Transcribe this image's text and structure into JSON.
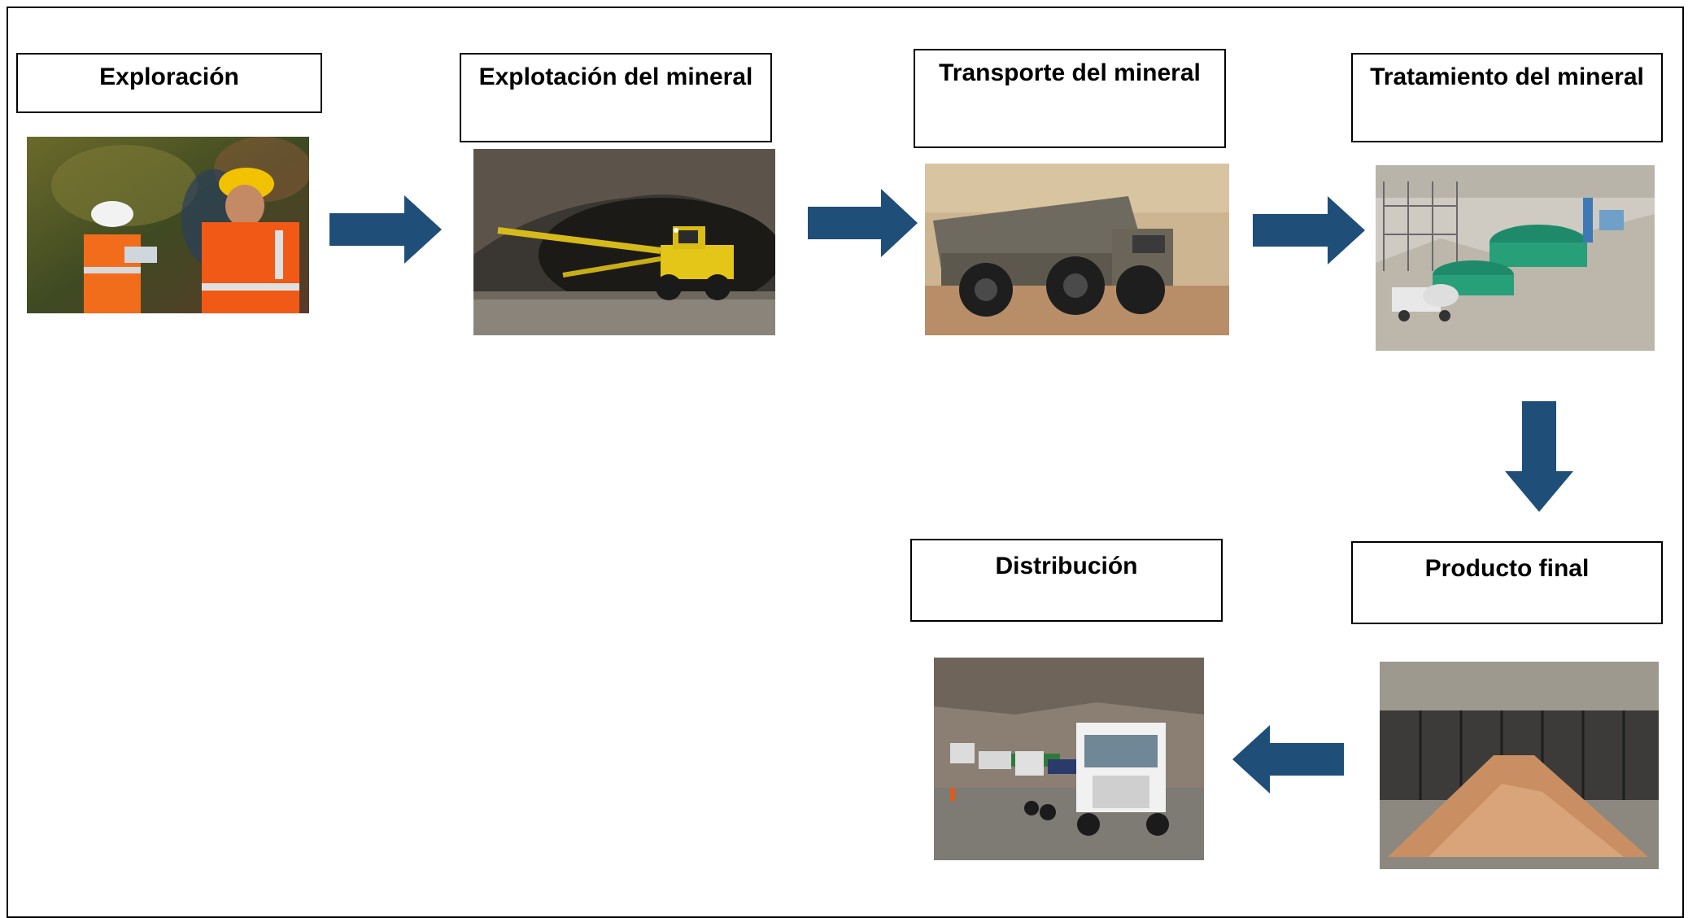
{
  "diagram": {
    "arrow_color": "#1f4e79",
    "steps": [
      {
        "id": "exploracion",
        "label": "Exploración",
        "photo_icon": "miners-photo"
      },
      {
        "id": "explotacion",
        "label": "Explotación del mineral",
        "photo_icon": "drill-rig-photo"
      },
      {
        "id": "transporte",
        "label": "Transporte del mineral",
        "photo_icon": "haul-truck-photo"
      },
      {
        "id": "tratamiento",
        "label": "Tratamiento del mineral",
        "photo_icon": "processing-plant-photo"
      },
      {
        "id": "producto",
        "label": "Producto final",
        "photo_icon": "concentrate-pile-photo"
      },
      {
        "id": "distribucion",
        "label": "Distribución",
        "photo_icon": "trucks-convoy-photo"
      }
    ]
  }
}
